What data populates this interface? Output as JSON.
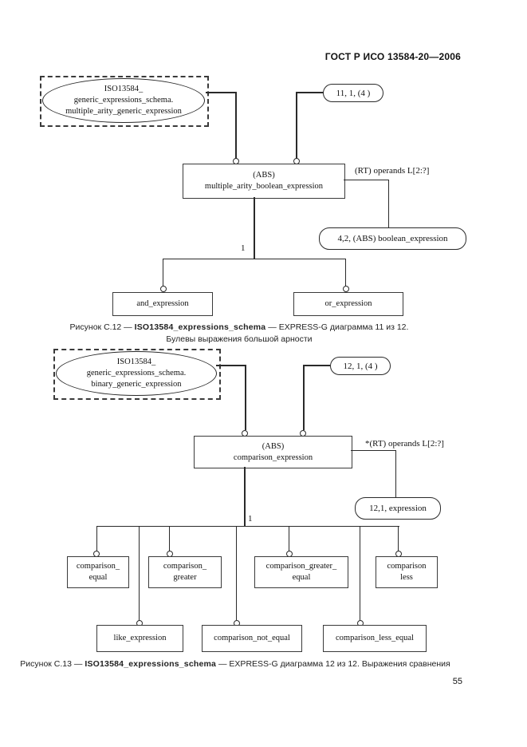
{
  "header": {
    "standard": "ГОСТ Р ИСО 13584-20—2006"
  },
  "footer": {
    "page_number": "55"
  },
  "diagram_c12": {
    "schema_ref": [
      "ISO13584_",
      "generic_expressions_schema.",
      "multiple_arity_generic_expression"
    ],
    "page_ref": "11, 1, (4 )",
    "abs_entity": [
      "(ABS)",
      "multiple_arity_boolean_expression"
    ],
    "attribute_label": "(RT) operands L[2:?]",
    "attribute_type_ref": "4,2, (ABS) boolean_expression",
    "subtype_cardinality": "1",
    "subtype_left": "and_expression",
    "subtype_right": "or_expression",
    "caption": {
      "prefix": "Рисунок С.12 — ",
      "schema_name": "ISO13584_expressions_schema",
      "suffix": " — EXPRESS-G диаграмма 11 из 12.",
      "line2": "Булевы выражения большой арности"
    }
  },
  "diagram_c13": {
    "schema_ref": [
      "ISO13584_",
      "generic_expressions_schema.",
      "binary_generic_expression"
    ],
    "page_ref": "12, 1, (4 )",
    "abs_entity": [
      "(ABS)",
      "comparison_expression"
    ],
    "attribute_label": "*(RT) operands L[2:?]",
    "attribute_type_ref": "12,1, expression",
    "subtype_cardinality": "1",
    "subtypes_row1": [
      [
        "comparison_",
        "equal"
      ],
      [
        "comparison_",
        "greater"
      ],
      [
        "comparison_greater_",
        "equal"
      ],
      [
        "comparison",
        "less"
      ]
    ],
    "subtypes_row2": [
      "like_expression",
      "comparison_not_equal",
      "comparison_less_equal"
    ],
    "caption": {
      "prefix": "Рисунок С.13 — ",
      "schema_name": "ISO13584_expressions_schema",
      "suffix": " — EXPRESS-G диаграмма 12 из 12. Выражения сравнения"
    }
  }
}
